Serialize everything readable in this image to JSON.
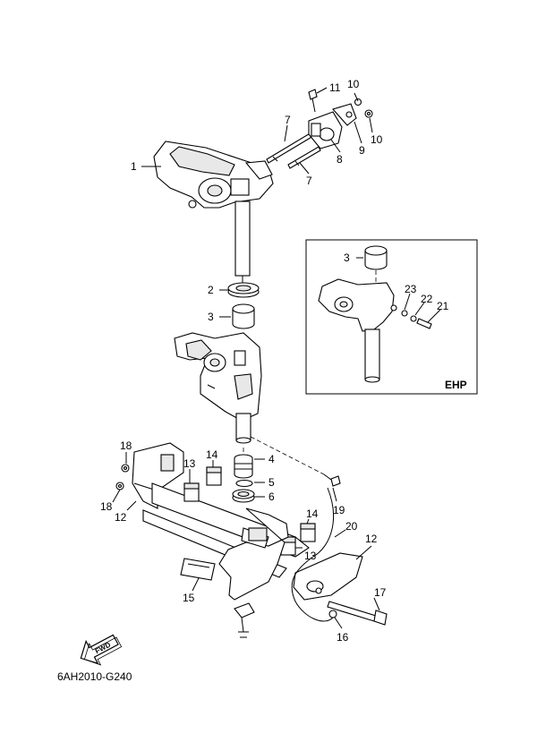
{
  "callouts": {
    "c1": "1",
    "c2": "2",
    "c3a": "3",
    "c3b": "3",
    "c4": "4",
    "c5": "5",
    "c6": "6",
    "c7a": "7",
    "c7b": "7",
    "c8": "8",
    "c9": "9",
    "c10a": "10",
    "c10b": "10",
    "c11": "11",
    "c12a": "12",
    "c12b": "12",
    "c13a": "13",
    "c13b": "13",
    "c14a": "14",
    "c14b": "14",
    "c15": "15",
    "c16": "16",
    "c17": "17",
    "c18a": "18",
    "c18b": "18",
    "c19": "19",
    "c20": "20",
    "c21": "21",
    "c22": "22",
    "c23": "23"
  },
  "inset": {
    "tag": "EHP"
  },
  "direction": {
    "fwd": "FWD"
  },
  "footer": {
    "code": "6AH2010-G240"
  }
}
